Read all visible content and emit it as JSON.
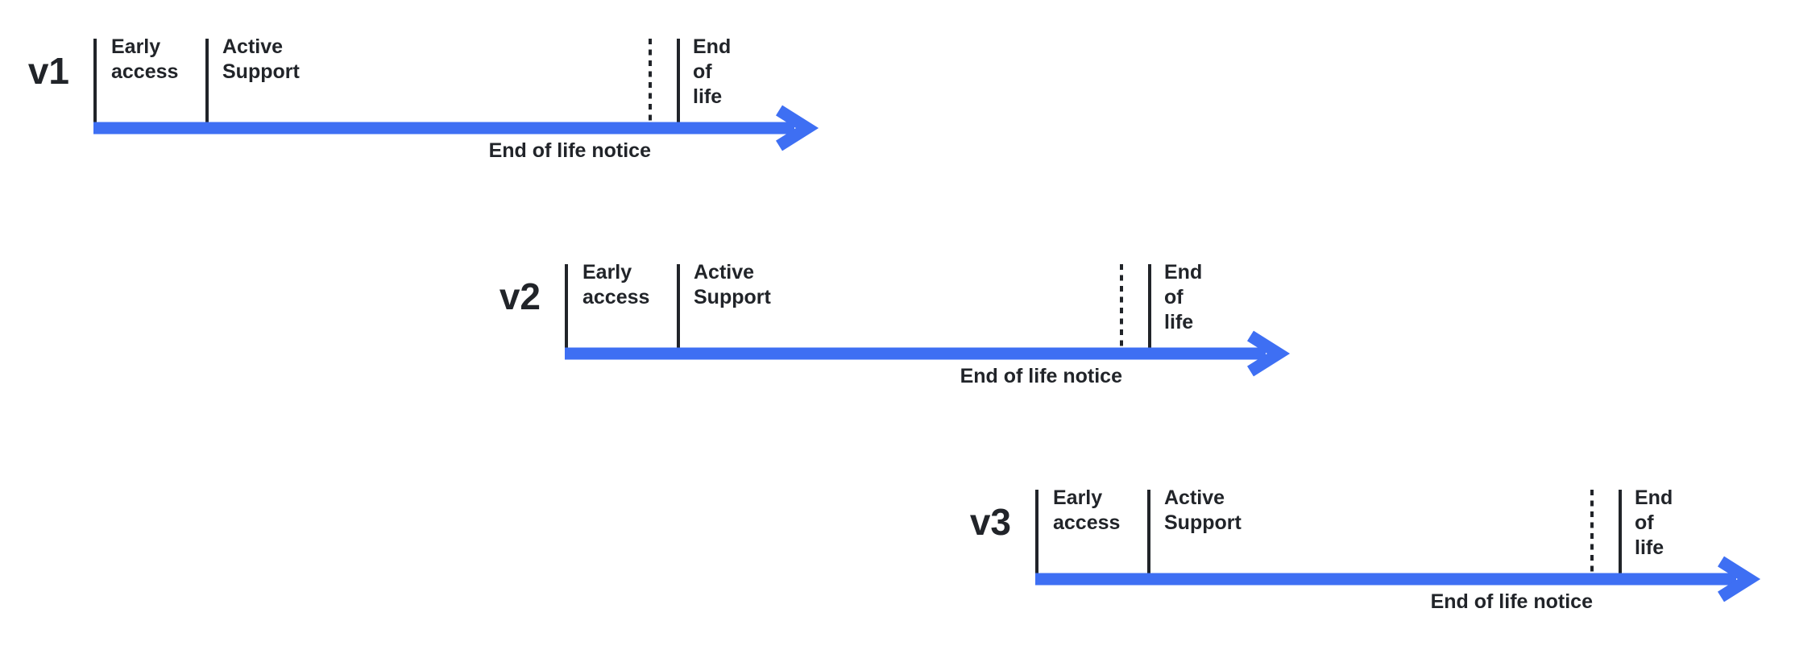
{
  "diagram": {
    "type": "version-lifecycle-timeline",
    "colors": {
      "background": "#ffffff",
      "ink": "#212429",
      "arrow_blue": "#3e6ff3"
    },
    "rows": [
      {
        "version": "v1",
        "early_access_label": "Early\naccess",
        "active_support_label": "Active Support",
        "end_of_life_label": "End of life",
        "eol_notice_label": "End of life notice"
      },
      {
        "version": "v2",
        "early_access_label": "Early\naccess",
        "active_support_label": "Active Support",
        "end_of_life_label": "End of life",
        "eol_notice_label": "End of life notice"
      },
      {
        "version": "v3",
        "early_access_label": "Early\naccess",
        "active_support_label": "Active Support",
        "end_of_life_label": "End of life",
        "eol_notice_label": "End of life notice"
      }
    ]
  }
}
